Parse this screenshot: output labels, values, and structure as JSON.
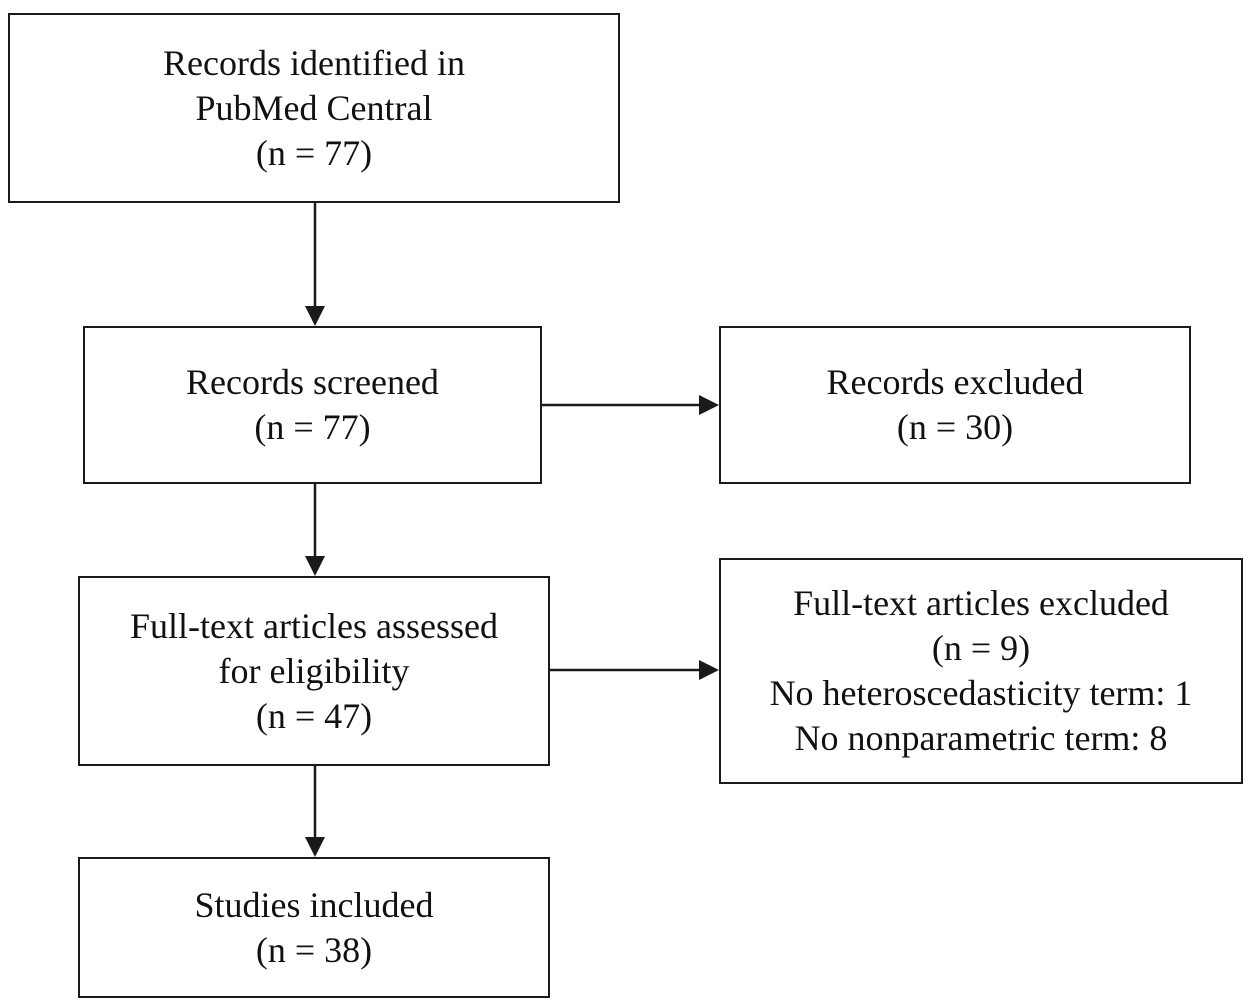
{
  "flow": {
    "identified": {
      "line1": "Records identified in",
      "line2": "PubMed Central",
      "count": "(n = 77)"
    },
    "screened": {
      "line1": "Records screened",
      "count": "(n = 77)"
    },
    "records_excluded": {
      "line1": "Records excluded",
      "count": "(n = 30)"
    },
    "assessed": {
      "line1": "Full-text articles assessed",
      "line2": "for eligibility",
      "count": "(n = 47)"
    },
    "fulltext_excluded": {
      "line1": "Full-text articles excluded",
      "count": "(n = 9)",
      "reason1": "No heteroscedasticity term: 1",
      "reason2": "No nonparametric term: 8"
    },
    "included": {
      "line1": "Studies included",
      "count": "(n = 38)"
    }
  },
  "colors": {
    "stroke": "#1a1a1a",
    "text": "#111111",
    "background": "#ffffff"
  }
}
